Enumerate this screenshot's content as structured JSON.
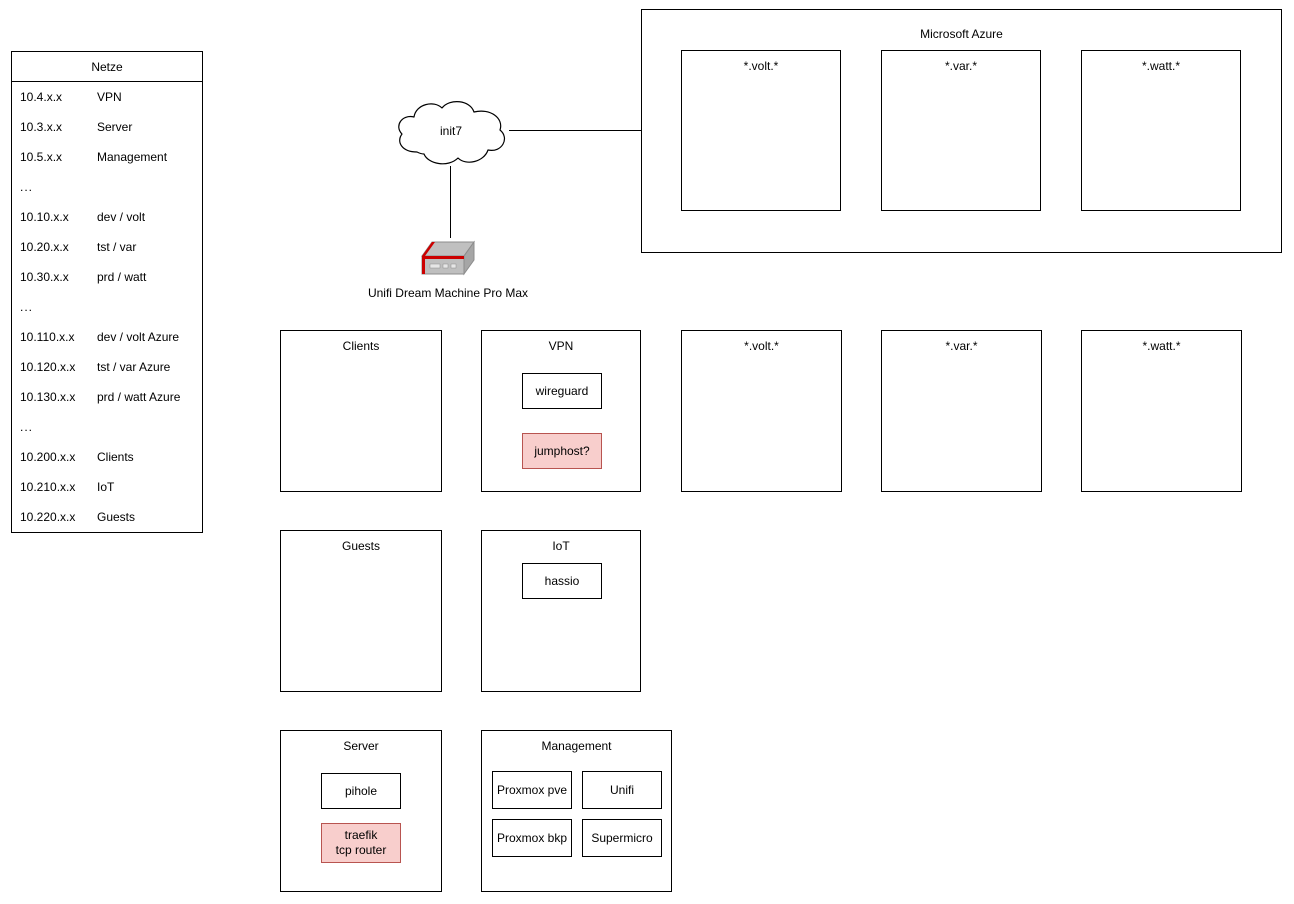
{
  "legend": {
    "title": "Netze",
    "rows": [
      {
        "cidr": "10.4.x.x",
        "label": "VPN"
      },
      {
        "cidr": "10.3.x.x",
        "label": "Server"
      },
      {
        "cidr": "10.5.x.x",
        "label": "Management"
      },
      {
        "cidr": "...",
        "label": ""
      },
      {
        "cidr": "10.10.x.x",
        "label": "dev / volt"
      },
      {
        "cidr": "10.20.x.x",
        "label": "tst / var"
      },
      {
        "cidr": "10.30.x.x",
        "label": "prd / watt"
      },
      {
        "cidr": "...",
        "label": ""
      },
      {
        "cidr": "10.110.x.x",
        "label": "dev / volt Azure"
      },
      {
        "cidr": "10.120.x.x",
        "label": "tst / var Azure"
      },
      {
        "cidr": "10.130.x.x",
        "label": "prd / watt Azure"
      },
      {
        "cidr": "...",
        "label": ""
      },
      {
        "cidr": "10.200.x.x",
        "label": "Clients"
      },
      {
        "cidr": "10.210.x.x",
        "label": "IoT"
      },
      {
        "cidr": "10.220.x.x",
        "label": "Guests"
      }
    ]
  },
  "isp": {
    "cloud_label": "init7"
  },
  "gateway": {
    "label": "Unifi Dream Machine Pro Max",
    "icon": "firewall-appliance-icon"
  },
  "azure": {
    "title": "Microsoft Azure",
    "environments": [
      {
        "title": "*.volt.*"
      },
      {
        "title": "*.var.*"
      },
      {
        "title": "*.watt.*"
      }
    ]
  },
  "zones": {
    "clients": {
      "title": "Clients",
      "nodes": []
    },
    "vpn": {
      "title": "VPN",
      "nodes": [
        {
          "label": "wireguard",
          "highlight": false
        },
        {
          "label": "jumphost?",
          "highlight": true
        }
      ]
    },
    "onprem_volt": {
      "title": "*.volt.*",
      "nodes": []
    },
    "onprem_var": {
      "title": "*.var.*",
      "nodes": []
    },
    "onprem_watt": {
      "title": "*.watt.*",
      "nodes": []
    },
    "guests": {
      "title": "Guests",
      "nodes": []
    },
    "iot": {
      "title": "IoT",
      "nodes": [
        {
          "label": "hassio",
          "highlight": false
        }
      ]
    },
    "server": {
      "title": "Server",
      "nodes": [
        {
          "label": "pihole",
          "highlight": false
        },
        {
          "label": "traefik\ntcp router",
          "highlight": true
        }
      ]
    },
    "management": {
      "title": "Management",
      "nodes": [
        {
          "label": "Proxmox pve",
          "highlight": false
        },
        {
          "label": "Unifi",
          "highlight": false
        },
        {
          "label": "Proxmox bkp",
          "highlight": false
        },
        {
          "label": "Supermicro",
          "highlight": false
        }
      ]
    }
  },
  "colors": {
    "stroke": "#000000",
    "background": "#ffffff",
    "highlight_fill": "#f8cecc",
    "highlight_stroke": "#b85450",
    "device_body": "#b3b3b3",
    "device_accent": "#cc0000"
  }
}
